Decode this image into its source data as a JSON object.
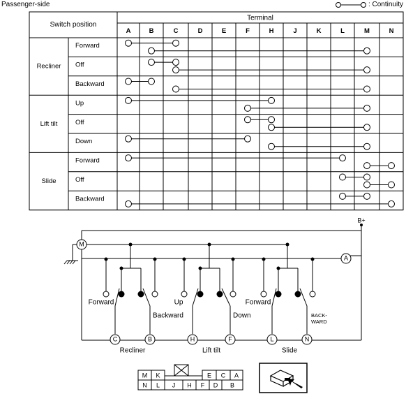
{
  "header": {
    "title": "Passenger-side",
    "legend": ": Continuity"
  },
  "table": {
    "switch_position_label": "Switch position",
    "terminal_label": "Terminal",
    "terminals": [
      "A",
      "B",
      "C",
      "D",
      "E",
      "F",
      "H",
      "J",
      "K",
      "L",
      "M",
      "N"
    ],
    "groups": [
      {
        "name": "Recliner",
        "rows": [
          {
            "label": "Forward",
            "links": [
              [
                "A",
                "C"
              ],
              [
                "B",
                "M"
              ]
            ]
          },
          {
            "label": "Off",
            "links": [
              [
                "B",
                "C"
              ],
              [
                "C",
                "M"
              ]
            ]
          },
          {
            "label": "Backward",
            "links": [
              [
                "A",
                "B"
              ],
              [
                "C",
                "M"
              ]
            ]
          }
        ]
      },
      {
        "name": "Lift tilt",
        "rows": [
          {
            "label": "Up",
            "links": [
              [
                "A",
                "H"
              ],
              [
                "F",
                "M"
              ]
            ]
          },
          {
            "label": "Off",
            "links": [
              [
                "F",
                "H"
              ],
              [
                "H",
                "M"
              ]
            ]
          },
          {
            "label": "Down",
            "links": [
              [
                "A",
                "F"
              ],
              [
                "H",
                "M"
              ]
            ]
          }
        ]
      },
      {
        "name": "Slide",
        "rows": [
          {
            "label": "Forward",
            "links": [
              [
                "A",
                "L"
              ],
              [
                "M",
                "N"
              ]
            ]
          },
          {
            "label": "Off",
            "links": [
              [
                "L",
                "M"
              ],
              [
                "M",
                "N"
              ]
            ]
          },
          {
            "label": "Backward",
            "links": [
              [
                "L",
                "M"
              ],
              [
                "A",
                "N"
              ]
            ]
          }
        ]
      }
    ]
  },
  "diagram": {
    "bplus": "B+",
    "terminals": {
      "M": "M",
      "A": "A",
      "C": "C",
      "B": "B",
      "H": "H",
      "F": "F",
      "L": "L",
      "N": "N"
    },
    "groups": [
      {
        "name": "Recliner",
        "left": "Forward",
        "right": "Backward"
      },
      {
        "name": "Lift tilt",
        "left": "Up",
        "right": "Down"
      },
      {
        "name": "Slide",
        "left": "Forward",
        "right": "BACK-\nWARD"
      }
    ]
  },
  "connector": {
    "top_row": [
      "M",
      "K",
      "",
      "E",
      "C",
      "A"
    ],
    "bottom_row": [
      "N",
      "L",
      "J",
      "H",
      "F",
      "D",
      "B"
    ]
  }
}
